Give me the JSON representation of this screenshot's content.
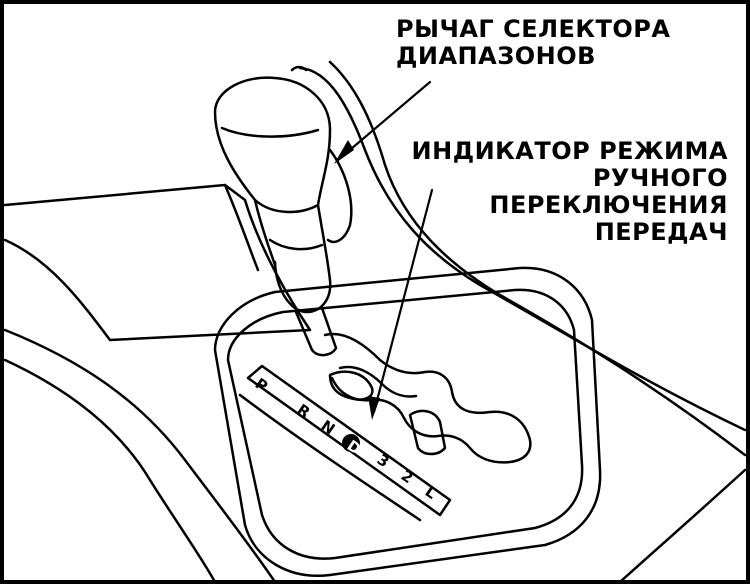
{
  "labels": {
    "selector": [
      "РЫЧАГ СЕЛЕКТОРА",
      "ДИАПАЗОНОВ"
    ],
    "indicator": [
      "ИНДИКАТОР РЕЖИМА",
      "РУЧНОГО",
      "ПЕРЕКЛЮЧЕНИЯ",
      "ПЕРЕДАЧ"
    ]
  },
  "gate_marks": [
    "P",
    "R",
    "N",
    "D",
    "3",
    "2",
    "L"
  ],
  "colors": {
    "ink": "#000000",
    "paper": "#ffffff"
  }
}
